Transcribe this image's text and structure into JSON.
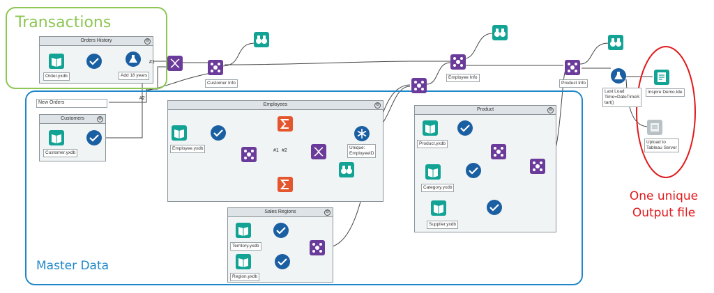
{
  "regions": {
    "transactions": {
      "label": "Transactions",
      "color": "#8dc653"
    },
    "master_data": {
      "label": "Master Data",
      "color": "#1f87c9"
    }
  },
  "annotation": {
    "text": "One unique\nOutput file",
    "color": "#e0191c"
  },
  "containers": {
    "orders_history": "Orders History",
    "customers": "Customers",
    "employees": "Employees",
    "product": "Product",
    "sales_regions": "Sales Regions",
    "collapse_symbol": "⊖"
  },
  "new_orders": "New Orders",
  "labels": {
    "order_yxdb": "Order.yxdb",
    "add_18_years": "Add 18 years",
    "customer_yxdb": "Customer.yxdb",
    "customer_info": "Customer Info",
    "employee_yxdb": "Employee.yxdb",
    "unique_employeeid": "Unique:\nEmployeeID",
    "employee_info": "Employee Info",
    "territory_yxdb": "Territory.yxdb",
    "region_yxdb": "Region.yxdb",
    "product_yxdb": "Product.yxdb",
    "category_yxdb": "Category.yxdb",
    "supplier_yxdb": "Supplier.yxdb",
    "product_info": "Product Info",
    "last_load": "Last Load\nTime=DateTimeS\ntart()",
    "inspire_demo": "Inspire Demo.tde",
    "upload_tableau": "Upload to\nTableau Server"
  },
  "wire_labels": {
    "w1": "#1",
    "w2": "#2",
    "w3": "#1",
    "w4": "#2"
  },
  "colors": {
    "input": "#12a394",
    "select": "#1b5fa3",
    "formula": "#1b5fa3",
    "join": "#6b3b9b",
    "summarize": "#e4572e",
    "browse": "#12a394",
    "unique": "#1b5fa3",
    "output": "#12a394",
    "publish": "#b8c1c6"
  },
  "icons": {
    "input": "book-icon",
    "select": "checkmark-icon",
    "formula": "flask-icon",
    "join": "join-icon",
    "appendfields": "dna-icon",
    "summarize": "sigma-icon",
    "browse": "binoculars-icon",
    "unique": "snowflake-icon",
    "output": "document-icon",
    "publish": "cloud-upload-icon"
  }
}
